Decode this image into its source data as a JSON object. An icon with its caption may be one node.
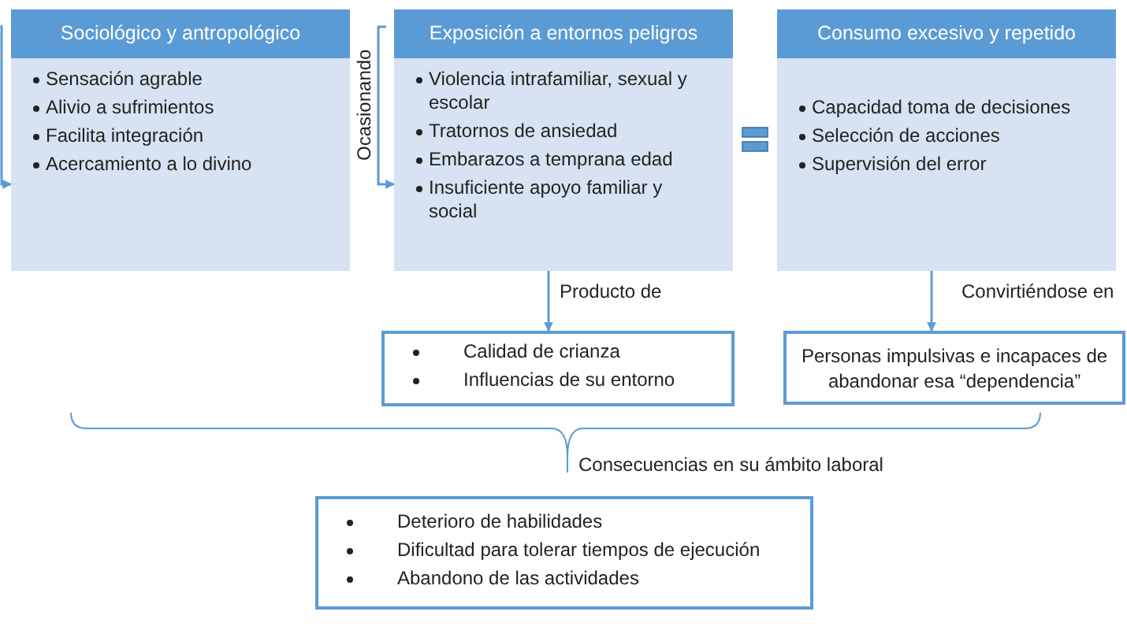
{
  "diagram": {
    "nodes": [
      {
        "text": [
          "Sociológico y antropológico",
          "Sensación agrable",
          "Alivio a sufrimientos",
          "Facilita integración",
          "Acercamiento a lo divino"
        ]
      },
      {
        "text": [
          "Exposición a entornos peligros",
          "Violencia intrafamiliar, sexual y escolar",
          "Tratornos de ansiedad",
          "Embarazos a temprana edad",
          "Insuficiente apoyo familiar y social"
        ]
      },
      {
        "text": [
          "Consumo excesivo y repetido",
          "Capacidad toma de decisiones",
          "Selección de acciones",
          "Supervisión del error"
        ]
      },
      {
        "text": [
          "Calidad de crianza",
          "Influencias de su entorno"
        ]
      },
      {
        "text": [
          "Personas impulsivas e incapaces de abandonar esa “dependencia”"
        ]
      },
      {
        "text": [
          "Deterioro de habilidades",
          "Dificultad para tolerar tiempos de ejecución",
          "Abandono de las actividades"
        ]
      }
    ],
    "edges": [
      {
        "from": null,
        "to": 0,
        "arrow": "to"
      },
      {
        "from": null,
        "to": 1,
        "arrow": "to",
        "label": "Ocasionando"
      },
      {
        "from": 1,
        "to": 3,
        "arrow": "to",
        "label": "Producto de"
      },
      {
        "from": 2,
        "to": 4,
        "arrow": "to",
        "label": "Convirtiéndose en"
      }
    ],
    "labels": [
      "Consecuencias en su ámbito laboral"
    ]
  }
}
